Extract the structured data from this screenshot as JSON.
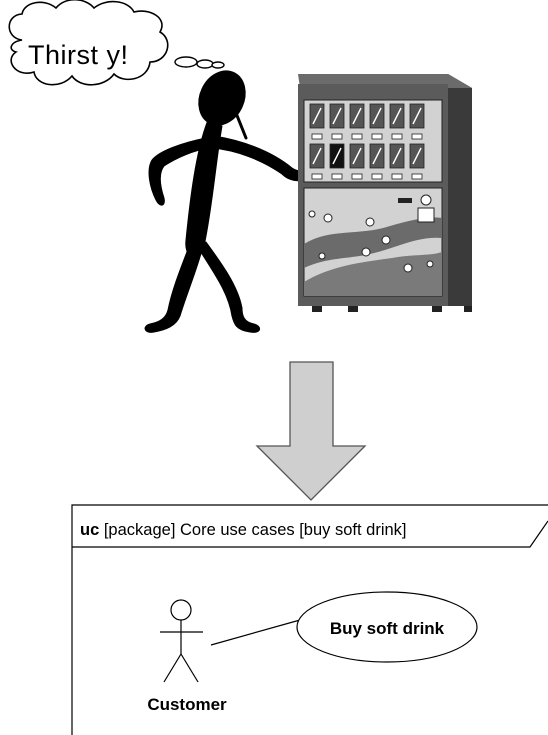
{
  "thought_bubble": {
    "text": "Thirst y!"
  },
  "arrow": {
    "direction": "down"
  },
  "uml_frame": {
    "keyword": "uc",
    "heading": " [package] Core use cases [buy soft drink]"
  },
  "actor": {
    "name": "Customer"
  },
  "use_case": {
    "name": "Buy soft drink"
  },
  "colors": {
    "machine_body": "#5b5b5b",
    "machine_dark": "#3a3a3a",
    "machine_panel": "#d2d2d2",
    "arrow_fill": "#cfcfcf",
    "ink": "#000000"
  }
}
